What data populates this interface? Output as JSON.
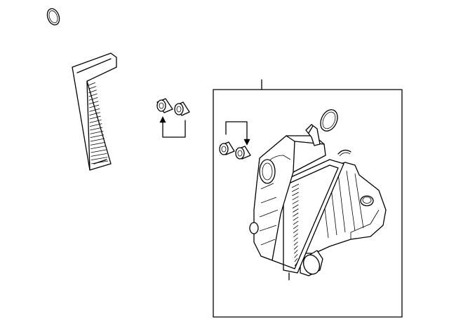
{
  "diagram": {
    "type": "exploded-parts-diagram",
    "background": "#ffffff",
    "line_color": "#000000",
    "parts": [
      "o-ring-seal-small",
      "air-filter-element",
      "mount-grommets",
      "air-cleaner-assembly"
    ],
    "assembly_parts": [
      "o-ring-seal",
      "mount-grommets",
      "housing-upper-cover",
      "housing-lower-body",
      "retaining-clip"
    ]
  }
}
